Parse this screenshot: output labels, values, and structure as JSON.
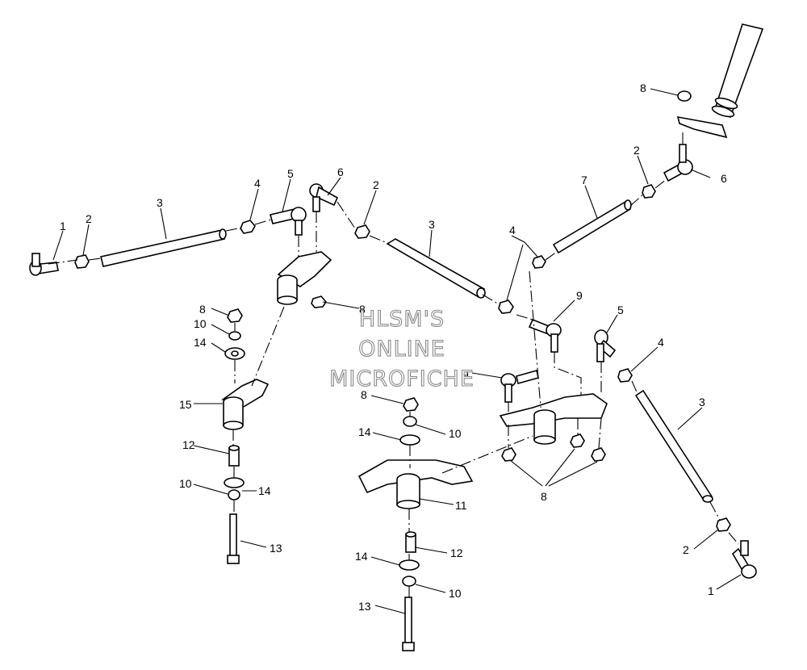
{
  "watermark": {
    "lines": [
      "HLSM'S",
      "ONLINE",
      "MICROFICHE"
    ],
    "color": "#8a8a8a"
  },
  "callouts": {
    "c1": "1",
    "c2": "2",
    "c3": "3",
    "c4": "4",
    "c5": "5",
    "c6": "6",
    "c7": "7",
    "c8": "8",
    "c9": "9",
    "c10": "10",
    "c11": "11",
    "c12": "12",
    "c13": "13",
    "c14": "14",
    "c15": "15"
  },
  "colors": {
    "ink": "#000000",
    "paper": "#ffffff"
  }
}
